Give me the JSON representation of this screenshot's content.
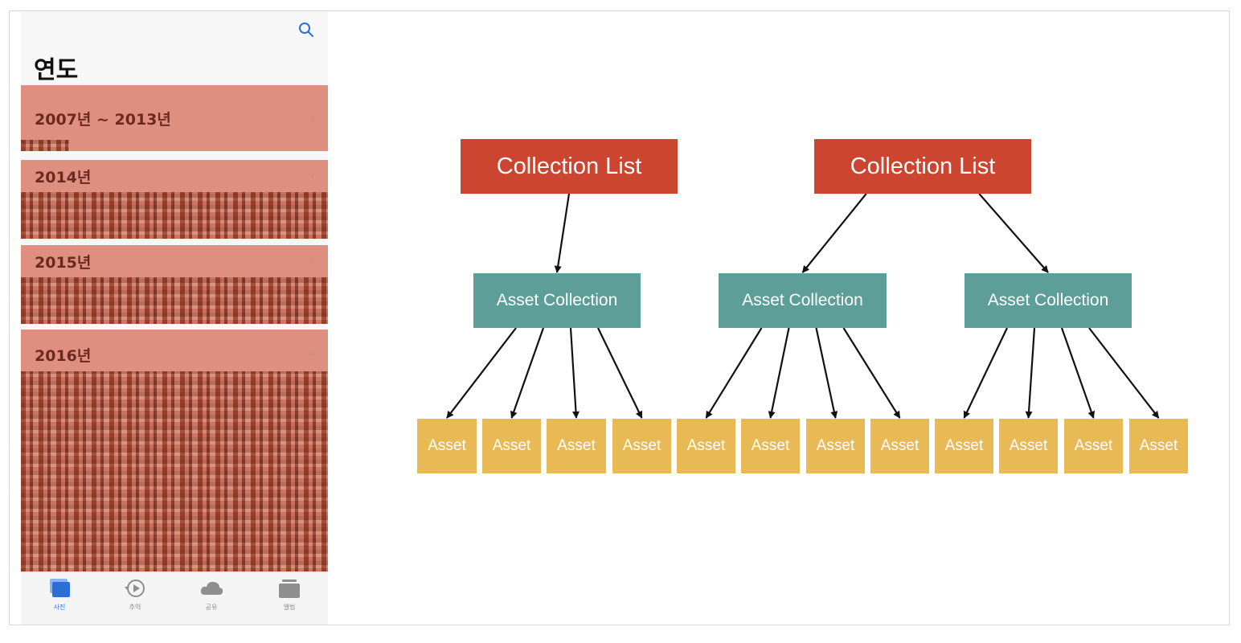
{
  "phone": {
    "title": "연도",
    "search_icon": "search-icon",
    "years": [
      {
        "label": "2007년 ~ 2013년"
      },
      {
        "label": "2014년"
      },
      {
        "label": "2015년"
      },
      {
        "label": "2016년"
      }
    ],
    "tabs": [
      {
        "label": "사진",
        "icon": "photos-icon",
        "active": true
      },
      {
        "label": "추억",
        "icon": "memories-icon",
        "active": false
      },
      {
        "label": "공유",
        "icon": "cloud-icon",
        "active": false
      },
      {
        "label": "앨범",
        "icon": "albums-icon",
        "active": false
      }
    ],
    "accent": "#2a6fd6",
    "highlight": "#df8f80"
  },
  "diagram": {
    "colors": {
      "collection_list": "#cc4531",
      "asset_collection": "#5d9f98",
      "asset": "#e8ba56"
    },
    "nodes": {
      "list_1": "Collection List",
      "list_2": "Collection List",
      "coll_1": "Asset Collection",
      "coll_2": "Asset Collection",
      "coll_3": "Asset Collection",
      "assets": [
        "Asset",
        "Asset",
        "Asset",
        "Asset",
        "Asset",
        "Asset",
        "Asset",
        "Asset",
        "Asset",
        "Asset",
        "Asset",
        "Asset"
      ]
    },
    "edges": [
      [
        "list_1",
        "coll_1"
      ],
      [
        "list_2",
        "coll_2"
      ],
      [
        "list_2",
        "coll_3"
      ],
      [
        "coll_1",
        "asset_1"
      ],
      [
        "coll_1",
        "asset_2"
      ],
      [
        "coll_1",
        "asset_3"
      ],
      [
        "coll_1",
        "asset_4"
      ],
      [
        "coll_2",
        "asset_5"
      ],
      [
        "coll_2",
        "asset_6"
      ],
      [
        "coll_2",
        "asset_7"
      ],
      [
        "coll_2",
        "asset_8"
      ],
      [
        "coll_3",
        "asset_9"
      ],
      [
        "coll_3",
        "asset_10"
      ],
      [
        "coll_3",
        "asset_11"
      ],
      [
        "coll_3",
        "asset_12"
      ]
    ]
  }
}
